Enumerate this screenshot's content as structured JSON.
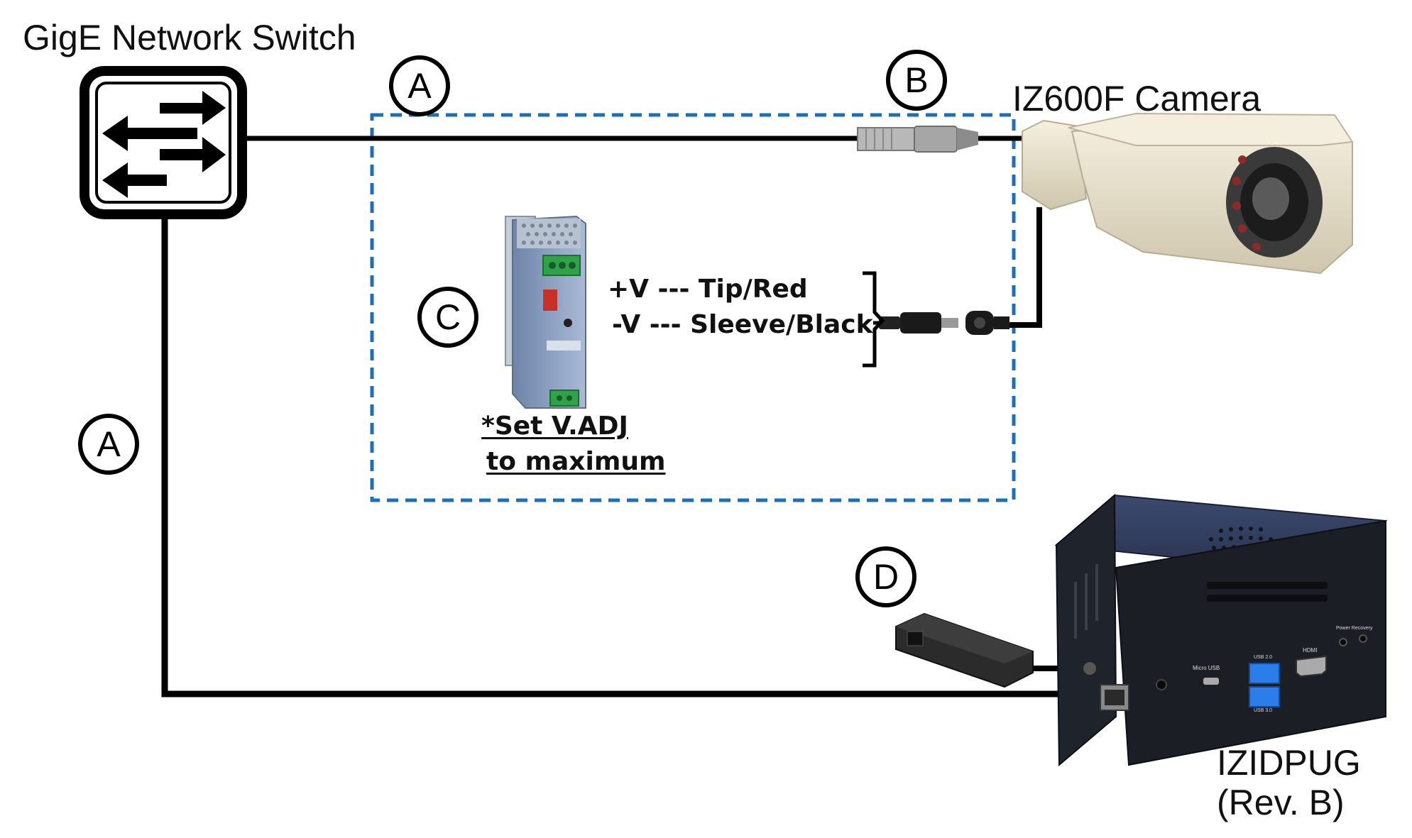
{
  "labels": {
    "switch": "GigE Network Switch",
    "camera": "IZ600F Camera",
    "device_line1": "IZIDPUG",
    "device_line2": "(Rev. B)",
    "wiring_tip": "+V --- Tip/Red",
    "wiring_sleeve": "-V --- Sleeve/Black",
    "note_line1": "*Set V.ADJ",
    "note_line2": "to maximum"
  },
  "callouts": {
    "a_top": "A",
    "a_left": "A",
    "b": "B",
    "c": "C",
    "d": "D"
  },
  "device_ports": {
    "micro_usb": "Micro USB",
    "usb2": "USB 2.0",
    "usb3": "USB 3.0",
    "hdmi": "HDMI",
    "power_recovery": "Power Recovery"
  },
  "colors": {
    "dashed_box": "#1f6fb5",
    "wire": "#000000",
    "psu_body": "#8fa3c4",
    "terminal_green": "#2fa24a",
    "camera_body": "#ece5d2",
    "device_body": "#1b1e24"
  }
}
